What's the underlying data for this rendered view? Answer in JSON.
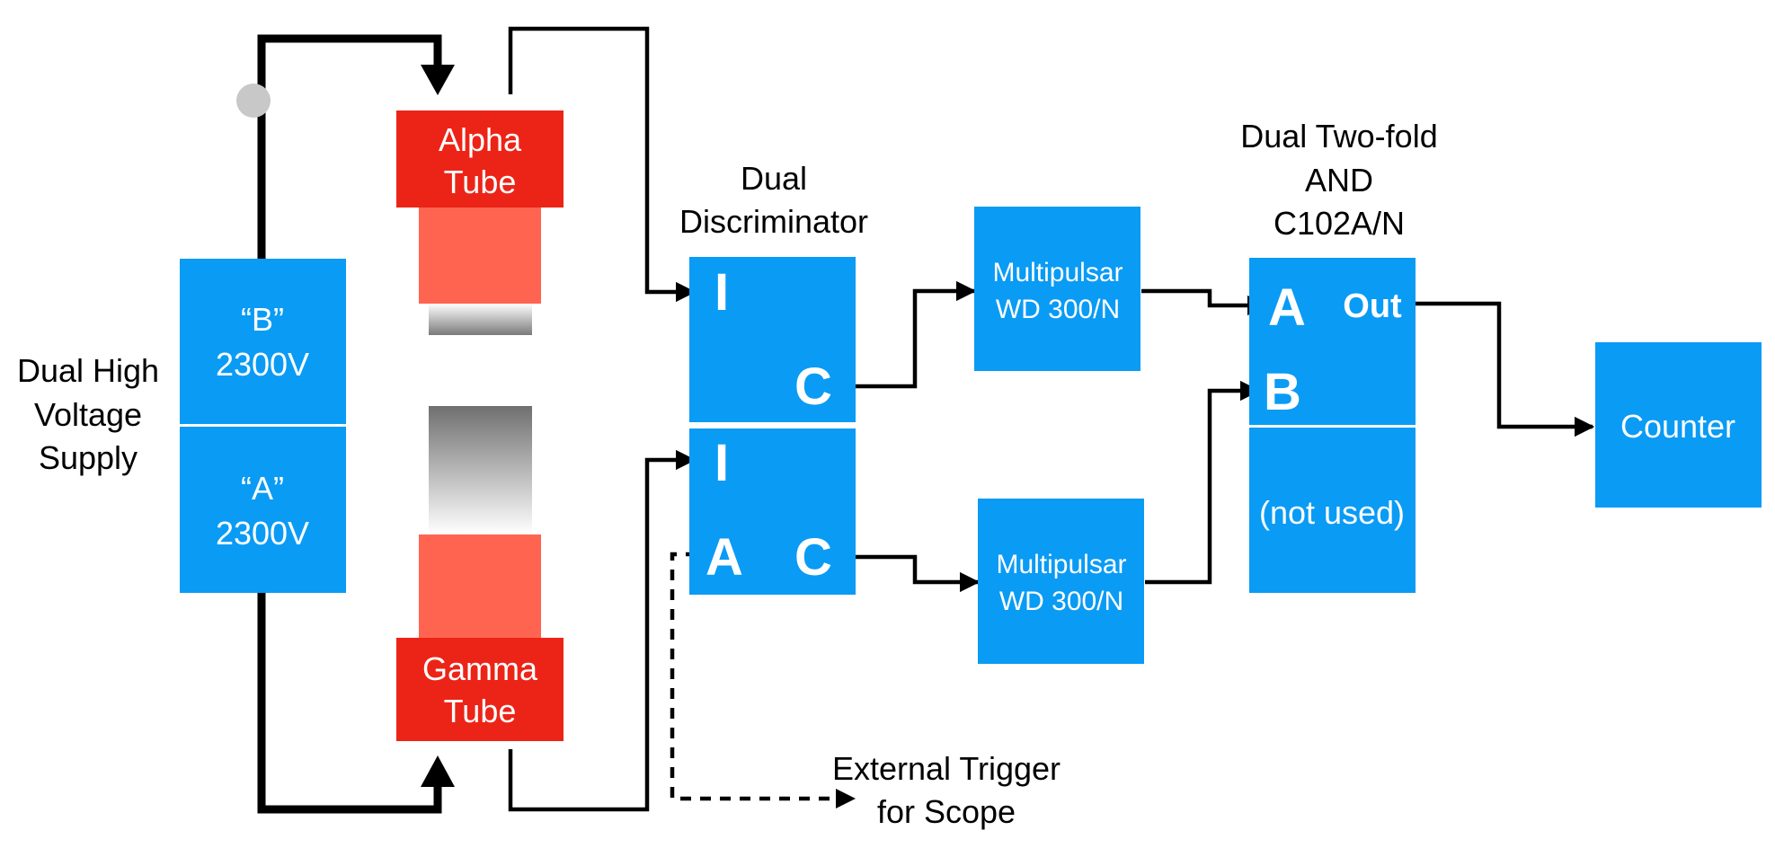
{
  "hv_supply": {
    "label_lines": [
      "Dual High",
      "Voltage",
      "Supply"
    ],
    "channel_b": {
      "name": "“B”",
      "voltage": "2300V"
    },
    "channel_a": {
      "name": "“A”",
      "voltage": "2300V"
    }
  },
  "alpha_tube": {
    "label_lines": [
      "Alpha",
      "Tube"
    ]
  },
  "gamma_tube": {
    "label_lines": [
      "Gamma",
      "Tube"
    ]
  },
  "discriminator": {
    "title_lines": [
      "Dual",
      "Discriminator"
    ],
    "upper": {
      "input": "I",
      "output": "C"
    },
    "lower": {
      "input": "I",
      "aux": "A",
      "output": "C"
    }
  },
  "multipulsar_1": {
    "label_lines": [
      "Multipulsar",
      "WD 300/N"
    ]
  },
  "multipulsar_2": {
    "label_lines": [
      "Multipulsar",
      "WD 300/N"
    ]
  },
  "and_unit": {
    "title_lines": [
      "Dual Two-fold",
      "AND",
      "C102A/N"
    ],
    "input_a": "A",
    "input_b": "B",
    "output": "Out",
    "unused": "(not used)"
  },
  "counter": {
    "label": "Counter"
  },
  "trigger": {
    "label_lines": [
      "External Trigger",
      "for Scope"
    ]
  },
  "colors": {
    "module_blue": "#0a9bf5",
    "tube_red": "#ec2417",
    "tube_body": "#ff6450"
  }
}
